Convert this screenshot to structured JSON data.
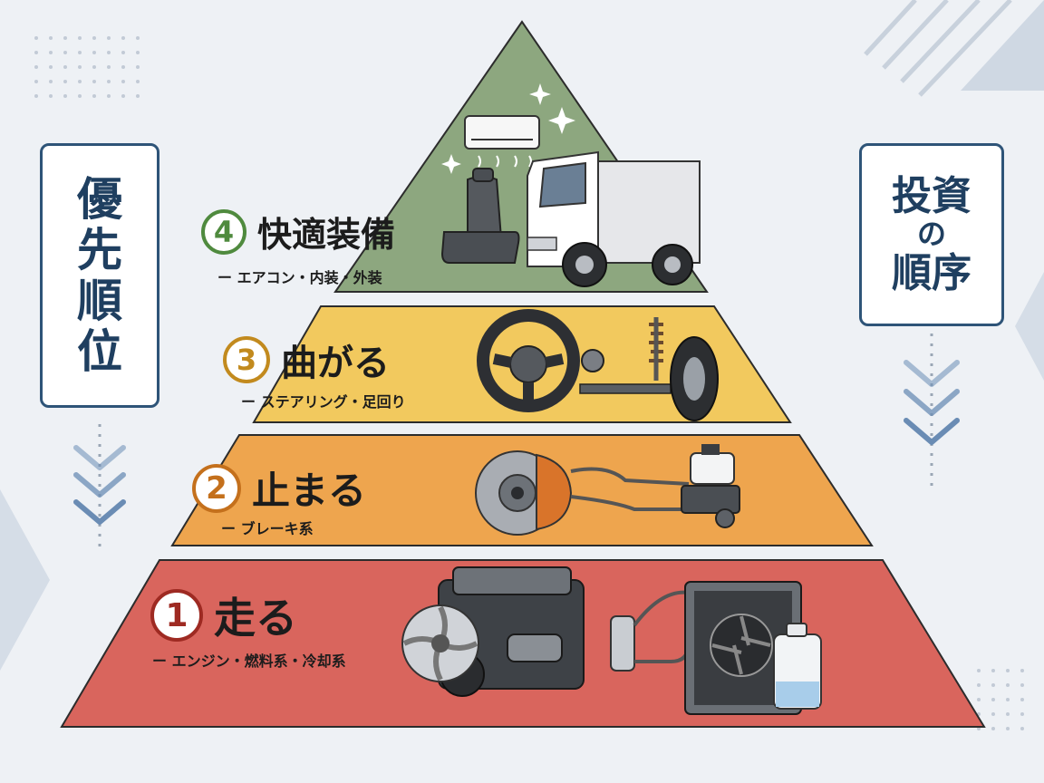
{
  "left_box": {
    "chars": [
      "優",
      "先",
      "順",
      "位"
    ]
  },
  "right_box": {
    "chars": [
      "投",
      "資",
      "の",
      "順",
      "序"
    ]
  },
  "tiers": [
    {
      "number": "4",
      "title": "快適装備",
      "subtitle": "ー エアコン・内装・外装",
      "color": "#8da77f",
      "accent": "#4f8a3e"
    },
    {
      "number": "3",
      "title": "曲がる",
      "subtitle": "ー ステアリング・足回り",
      "color": "#f2c95e",
      "accent": "#c28a1e"
    },
    {
      "number": "2",
      "title": "止まる",
      "subtitle": "ー ブレーキ系",
      "color": "#eea54e",
      "accent": "#c4701c"
    },
    {
      "number": "1",
      "title": "走る",
      "subtitle": "ー エンジン・燃料系・冷却系",
      "color": "#d9655d",
      "accent": "#9e2a22"
    }
  ],
  "illustrations": [
    "air-conditioner-icon",
    "car-seat-icon",
    "truck-icon",
    "steering-wheel-icon",
    "suspension-icon",
    "brake-disc-icon",
    "master-cylinder-icon",
    "engine-icon",
    "fuel-filter-icon",
    "radiator-icon"
  ],
  "colors": {
    "frame": "#2e5478",
    "chevron": "#6a8cb4",
    "background": "#eef1f5"
  }
}
